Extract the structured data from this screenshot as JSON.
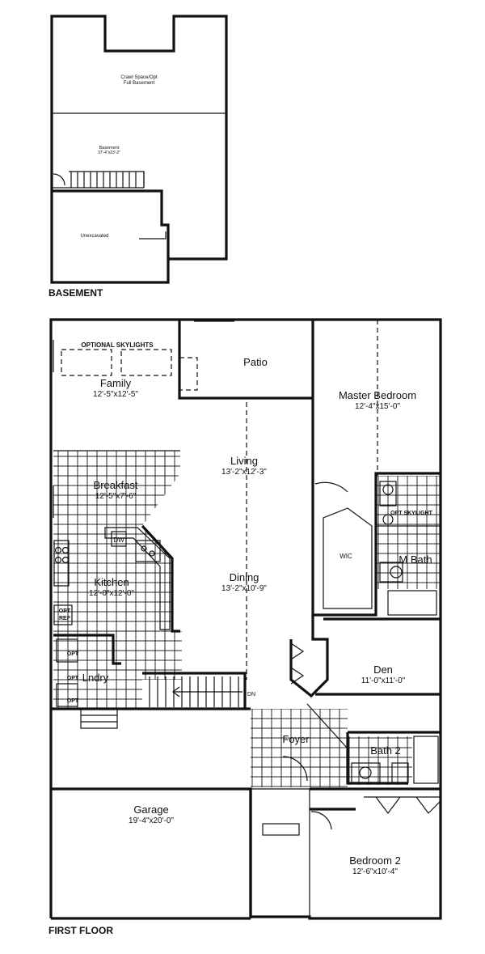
{
  "basement": {
    "label": "BASEMENT",
    "crawl_line1": "Crawl Space/Opt",
    "crawl_line2": "Full Basement",
    "basement_name": "Basement",
    "basement_dims": "37'-4\"x23'-2\"",
    "unexcavated": "Unexcavated"
  },
  "first_floor": {
    "label": "FIRST FLOOR",
    "rooms": {
      "skylights": "OPTIONAL SKYLIGHTS",
      "family": "Family",
      "family_dims": "12'-5\"x12'-5\"",
      "patio": "Patio",
      "master": "Master Bedroom",
      "master_dims": "12'-4\"x15'-0\"",
      "living": "Living",
      "living_dims": "13'-2\"x12'-3\"",
      "breakfast": "Breakfast",
      "breakfast_dims": "12'-5\"x7'-6\"",
      "opt_skylight": "OPT SKYLIGHT",
      "dw": "DW",
      "wic": "WIC",
      "mbath": "M Bath",
      "kitchen": "Kitchen",
      "kitchen_dims": "12'-0\"x12'-0\"",
      "dining": "Dining",
      "dining_dims": "13'-2\"x10'-9\"",
      "opt_ref_1": "OPT",
      "opt_ref_2": "REF",
      "opt_w": "OPT",
      "opt_d": "OPT",
      "opt_lt": "OPT",
      "lndry": "Lndry",
      "dn": "DN",
      "den": "Den",
      "den_dims": "11'-0\"x11'-0\"",
      "foyer": "Foyer",
      "bath2": "Bath 2",
      "garage": "Garage",
      "garage_dims": "19'-4\"x20'-0\"",
      "bedroom2": "Bedroom 2",
      "bedroom2_dims": "12'-6\"x10'-4\""
    }
  }
}
